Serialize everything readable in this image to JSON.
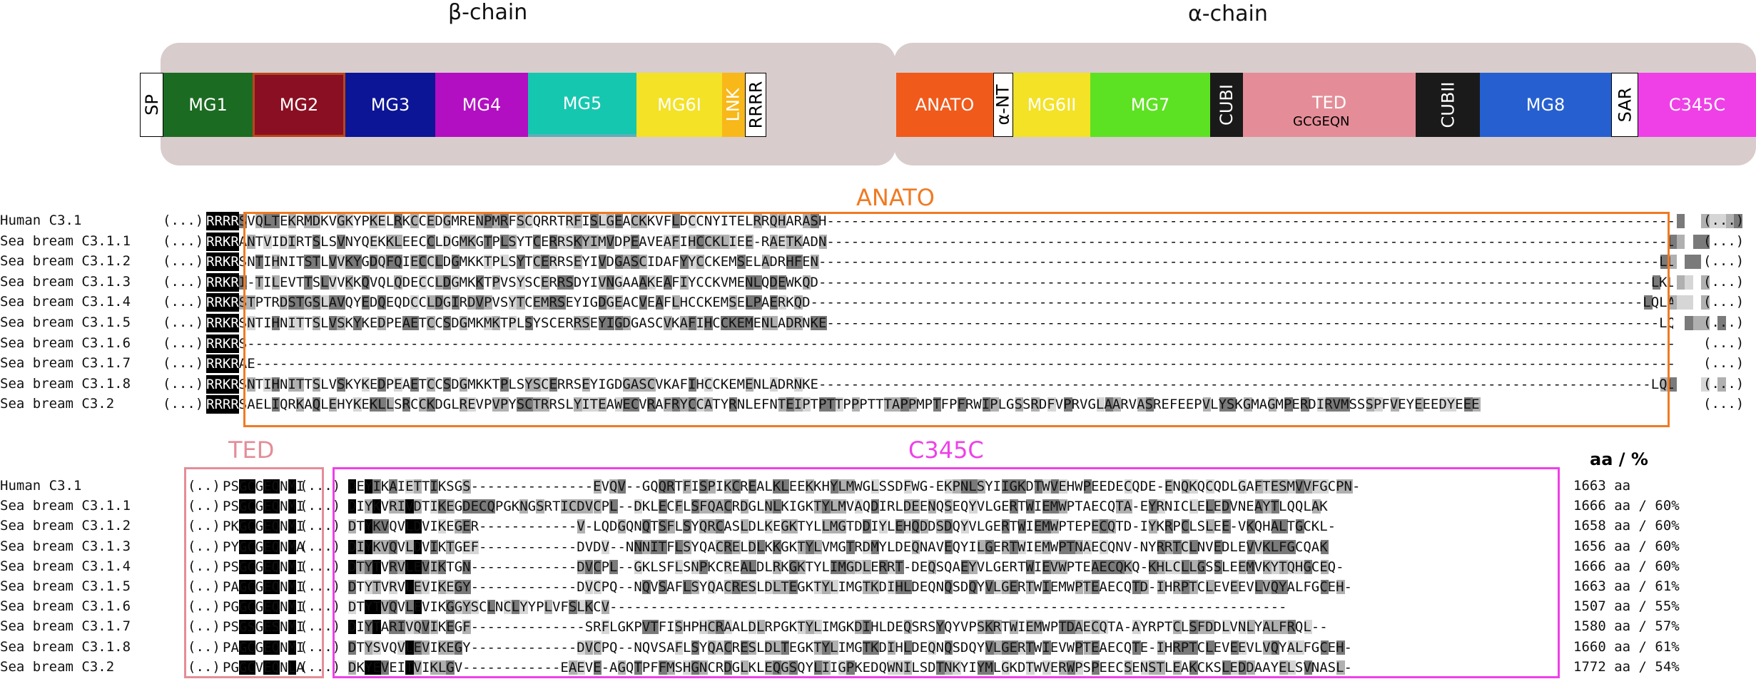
{
  "diagram": {
    "beta_title": "β-chain",
    "alpha_title": "α-chain",
    "domains": [
      {
        "label": "SP",
        "color": "#ffffff"
      },
      {
        "label": "MG1",
        "color": "#1c6b22"
      },
      {
        "label": "MG2",
        "color": "#8b0f22"
      },
      {
        "label": "MG3",
        "color": "#0c1595"
      },
      {
        "label": "MG4",
        "color": "#b20fc2"
      },
      {
        "label": "MG5",
        "color": "#16c7b0"
      },
      {
        "label": "MG6I",
        "color": "#f3e226"
      },
      {
        "label": "LNK",
        "color": "#f8b81a"
      },
      {
        "label": "RRRR",
        "color": "#ffffff"
      },
      {
        "label": "ANATO",
        "color": "#f05a1b"
      },
      {
        "label": "α-NT",
        "color": "#ffffff"
      },
      {
        "label": "MG6II",
        "color": "#f3e226"
      },
      {
        "label": "MG7",
        "color": "#5ce222"
      },
      {
        "label": "CUBI",
        "color": "#1a1a1a"
      },
      {
        "label": "TED",
        "color": "#e48d98"
      },
      {
        "label": "CUBII",
        "color": "#1a1a1a"
      },
      {
        "label": "MG8",
        "color": "#2660d0"
      },
      {
        "label": "SAR",
        "color": "#ffffff"
      },
      {
        "label": "C345C",
        "color": "#ef40e8"
      }
    ],
    "ted_motif": "GCGEQN"
  },
  "alignment": {
    "species": [
      "Human C3.1",
      "Sea bream C3.1.1",
      "Sea bream C3.1.2",
      "Sea bream C3.1.3",
      "Sea bream C3.1.4",
      "Sea bream C3.1.5",
      "Sea bream C3.1.6",
      "Sea bream C3.1.7",
      "Sea bream C3.1.8",
      "Sea bream C3.2"
    ],
    "ellipsis": "(...)",
    "anato": {
      "label": "ANATO",
      "color": "#f07a22",
      "prefix": [
        "RRRR",
        "RRKR",
        "RRKR",
        "RRKR",
        "RRKR",
        "RRKR",
        "RRKR",
        "RRKR",
        "RRKR",
        "RRRR"
      ],
      "rows": [
        "SVQLTEKRMDKVGKYPKELRKCCEDGMRENPMRFSCQRRTRFISLGEACKKVFLDCCNYITELRRQHARASH--------------------------------------------------------------------------------------------------------LGLARSNLD",
        "ANTVIDIRTSLSVNYQEKKLEECCLDGMKGTPLSYTCERRSKYIMVDPEAVEAFIHCCKLIEE-RAETKADN-------------------------------------------------------------------------------------------------------LLARSEED",
        "SNTIHNITSTLVVKYGDQFQIECCLDGMKKTPLSYTCERRSEYIVDGASCIDAFYYCCKEMSELADRHFEN-------------------------------------------------------------------------------------------------------LLARSEED",
        "I-TILEVTTSLVVKKQVQLQDECCLDGMKKTPVSYSCERRSDYIVNGAAAKEAFIYCCKVMENLQDEWKQD------------------------------------------------------------------------------------------------------LKLARADQE",
        "STPTRDSTGSLAVQYEDQEQDCCLDGIRDVPVSYTCEMRSEYIGDGEACVEAFLHCCKEMSELPAERKQD------------------------------------------------------------------------------------------------------LQLARSEED",
        "SNTIHNITTSLVSKYKEDPEAETCCSDGMKMKTPLSYSCERRSEYIGDGASCVKAFIHCCKEMENLADRNKE------------------------------------------------------------------------------------------------------LQLARSEED",
        "S-------------------------------------------------------------------------------------------------------------------------------------------------------------------------------------------LG-EED",
        "AE-------------------------------------------------------------------------------------------------------------------------------------------------------------------------------------------EDD",
        "SNTIHNITTSLVSKYKEDPEAETCCSDGMKKTPLSYSCERRSEYIGDGASCVKAFIHCCKEMENLADRNKE------------------------------------------------------------------------------------------------------LQLARSEED",
        "SAELIQRKAQLEHYKEKLLSRCCKDGLREVPVPYSCTRRSLYITEAWECVRAFRYCCATYRNLEFNTEIPTPTTPPPTTTAPPMPTFPFRWIPLGSSRDFVPRVGLAARVASREFEEPVLYSKGMAGMPERDIRVMSSSPFVEYEEEDYEEE"
      ]
    },
    "ted": {
      "label": "TED",
      "color": "#e48d98",
      "rows": [
        "PSGCGEQNMI",
        "PSGCGEQNMI",
        "PKGCGEQNMI",
        "PYGCGEQNMA",
        "PSGCGEQNMI",
        "PAGCGEQNMI",
        "PGGCGEQNMI",
        "PSGSGESNMI",
        "PAGCGEQNMI",
        "PGGCVEQNLA"
      ]
    },
    "c345c": {
      "label": "C345C",
      "color": "#ef40e8",
      "rows": [
        "DEYIKAIETTIKSGS---------------EVQV--GQQRTFISPIKCREALKLEEKKHYLMWGLSSDFWG-EKPNLSYIIGKDTWVEHWPEEDECQDE-ENQKQCQDLGAFTESMVVFGCPN-",
        "DIYKVRIVDTIKEGDECQPGKNGSRTICDVCPL--DKLECFLSFQACRDGLNLKIGKTYLMVAQDIRLDEENQSEQYVLGERTWIEMWPTAECQTA-EYRNICLELEDVNEAYTLQQLAK",
        "DTYKVQVLDVIKEGER------------V-LQDGQNQTSFLSYQRCASLDLKEGKTYLLMGTDDIYLEHQDDSDQYVLGERTWIEMWPTEPECQTD-IYKRPCLSLEE-VKQHALTGCKL-",
        "DIYKVQVLDVIKTGEF------------DVDV--NNNITFLSYQACRELDLKKGKTYLVMGTRDMYLDEQNAVEQYILGERTWIEMWPTNAECQNV-NYRRTCLNVEDLEVVKLFGCQAK",
        "DTYTVRVLEVIKTGN-------------DVCPL--GKLSFLSNPKCREALDLRKGKTYLIMGDLERRT-DEQSQAEYVLGERTWIEVWPTEAECQKQ-KHLCLLGSSLEEMVKYTQHGCEQ-",
        "DTYTVRVLEVIKEGY-------------DVCPQ--NQVSAFLSYQACRESLDLTEGKTYLIMGTKDIHLDEQNQSDQYVLGERTWIEMWPTEAECQTD-IHRPTCLEVEEVLVQYALFGCEH-",
        "DTYTVQVLEVIKGGYSCLNCLYYPLVFSLKCV-----------------------------------------------------------------------------------",
        "DIYTARIVQVIKEGF--------------SRFLGKPVTFISHPHCRAALDLRPGKTYLIMGKDIHLDEQSRSYQYVPSKRTWIEMWPTDAECQTA-AYRPTCLSFDDLVNLYALFRQL--",
        "DTYSVQVLEVIKEGY-------------DVCPQ--NQVSAFLSYQACRESLDLTEGKTYLIMGTKDIHLDEQNQSDQYVLGERTWIEVWPTEAECQTE-IHRPTCLEVEEVLVQYALFGCEH-",
        "DKYEVEITVIKLGV------------EAEVE-AGQTPFFMSHGNCRDGLKLEQGSQYLIIGPKEDQWNILSDTNKYIYMLGKDTWVERWPSPEECSENSTLEAKCKSLEDDAAYELSVNASL-"
      ]
    },
    "aa_header": "aa / %",
    "aa_values": [
      "1663 aa",
      "1666 aa / 60%",
      "1658 aa / 60%",
      "1656 aa / 60%",
      "1666 aa / 60%",
      "1663 aa / 61%",
      "1507 aa / 55%",
      "1580 aa / 57%",
      "1660 aa / 61%",
      "1772 aa / 54%"
    ]
  }
}
